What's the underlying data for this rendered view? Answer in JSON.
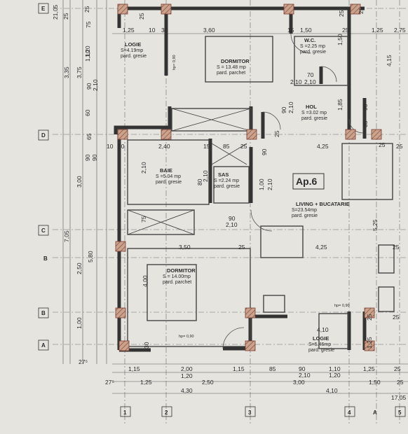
{
  "apartment": {
    "label": "Ap.6"
  },
  "rooms": [
    {
      "id": "logie-top",
      "name": "LOGIE",
      "area": "S=4.19mp",
      "floor": "pard. gresie"
    },
    {
      "id": "dormitor-top",
      "name": "DORMITOR",
      "area": "S = 13.48 mp",
      "floor": "pard. parchet"
    },
    {
      "id": "wc",
      "name": "W.C.",
      "area": "S =2.25 mp",
      "floor": "pard. gresie"
    },
    {
      "id": "hol",
      "name": "HOL",
      "area": "S =3.02 mp",
      "floor": "pard. gresie"
    },
    {
      "id": "baie",
      "name": "BAIE",
      "area": "S =5.04 mp",
      "floor": "pard. gresie"
    },
    {
      "id": "sas",
      "name": "SAS",
      "area": "S =2.24 mp",
      "floor": "pard. gresie"
    },
    {
      "id": "living",
      "name": "LIVING + BUCATARIE",
      "area": "S=23.54mp",
      "floor": "pard. gresie"
    },
    {
      "id": "dormitor-bottom",
      "name": "DORMITOR",
      "area": "S = 14.00mp",
      "floor": "pard. parchet"
    },
    {
      "id": "logie-bottom",
      "name": "LOGIE",
      "area": "S=5.46mp",
      "floor": "pard. gresie"
    }
  ],
  "axes": {
    "rows": [
      "E",
      "D",
      "C",
      "B",
      "B",
      "A"
    ],
    "cols": [
      "1",
      "2",
      "3",
      "4",
      "A",
      "5"
    ]
  },
  "window_notes": [
    "hp= 0,90",
    "hp= 0,90",
    "hp= 0,90"
  ],
  "dims": {
    "top_row": [
      "1,25",
      "10",
      "30",
      "3,60",
      "15",
      "1,50",
      "25",
      "1,25",
      "2,75"
    ],
    "top_small": [
      "25",
      "25",
      "25",
      "25",
      "25"
    ],
    "left_col": [
      "21,05",
      "25",
      "75",
      "1,10",
      "1,20",
      "3,35",
      "3,75",
      "2,10",
      "90",
      "60",
      "65",
      "90",
      "90",
      "3,00",
      "7,05",
      "2,50",
      "5,80",
      "1,00",
      "27⁵"
    ],
    "mid_labels": [
      "2,40",
      "15",
      "85",
      "25",
      "4,25",
      "10",
      "30",
      "2,10",
      "80",
      "2,10",
      "1,00",
      "2,10",
      "75",
      "3,50",
      "25",
      "4,25",
      "90",
      "2,10",
      "4,00",
      "4,10",
      "70",
      "2,10",
      "1,85",
      "90",
      "2,10",
      "35",
      "90",
      "25",
      "90",
      "2,10",
      "1,50",
      "4,15",
      "5,25",
      "25",
      "25",
      "25",
      "1,25",
      "30",
      "25"
    ],
    "bottom_row1": [
      "1,15",
      "2,00",
      "1,20",
      "1,15",
      "85",
      "90",
      "2,10",
      "1,10",
      "1,20",
      "1,25",
      "25"
    ],
    "bottom_row2": [
      "27⁵",
      "1,25",
      "2,50",
      "3,00",
      "1,50",
      "25"
    ],
    "bottom_row3": [
      "4,30",
      "4,10",
      "17,05"
    ]
  }
}
